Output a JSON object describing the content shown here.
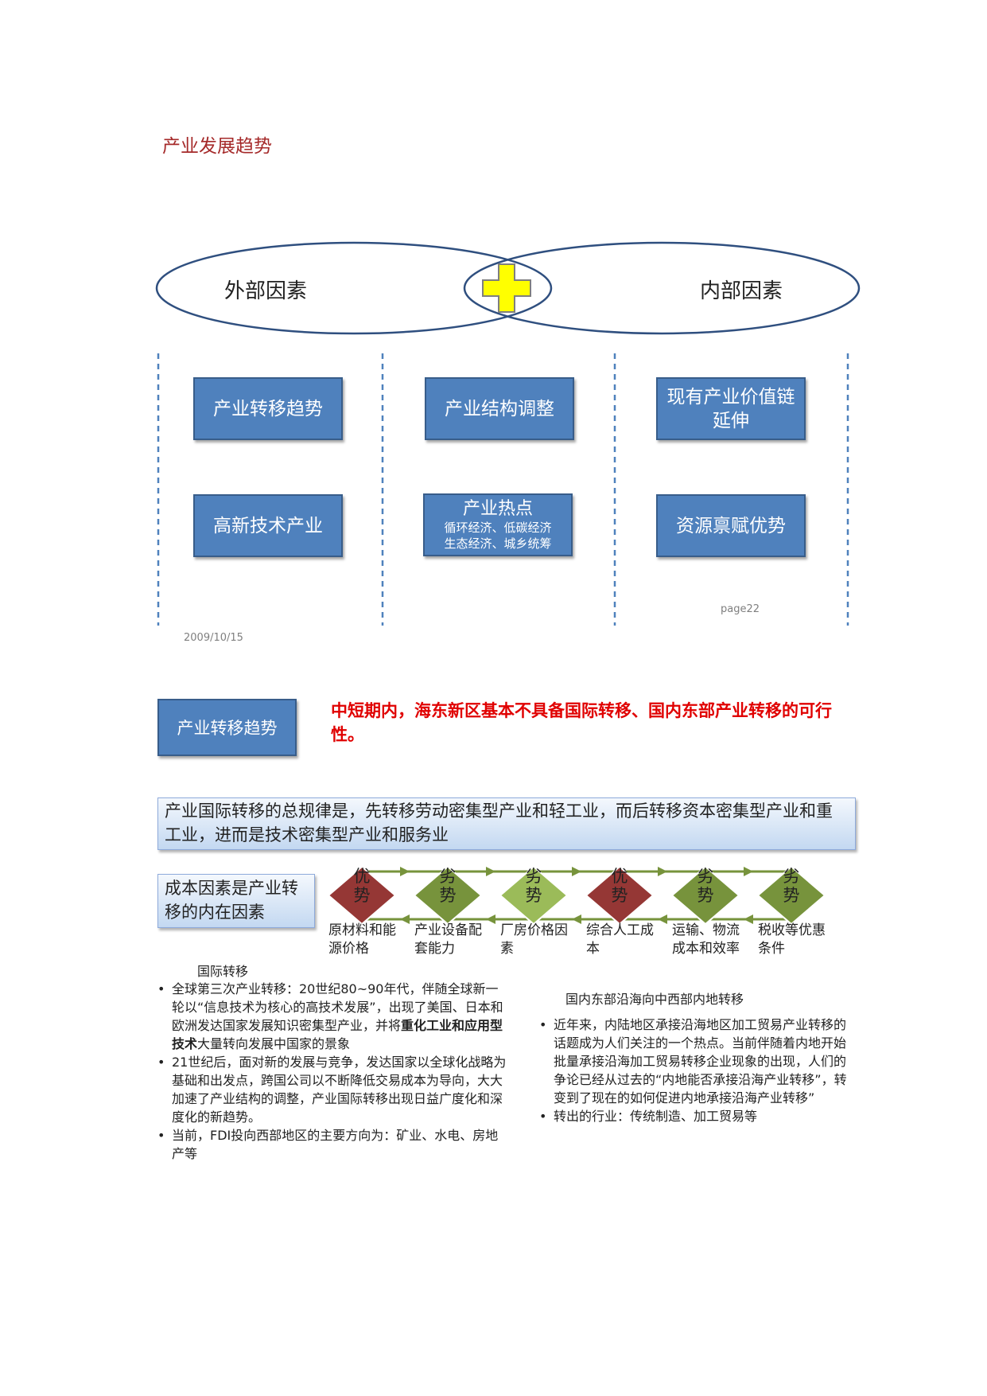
{
  "page_title": "产业发展趋势",
  "venn": {
    "left_label": "外部因素",
    "right_label": "内部因素",
    "center_symbol": "plus",
    "colors": {
      "ellipse_stroke": "#2f4f7f",
      "plus_fill": "#ffff00",
      "plus_stroke": "#7f7f7f"
    }
  },
  "factor_boxes": [
    {
      "text": "产业转移趋势"
    },
    {
      "text": "产业结构调整"
    },
    {
      "text": "现有产业价值链延伸"
    },
    {
      "text": "高新技术产业"
    },
    {
      "title": "产业热点",
      "line1": "循环经济、低碳经济",
      "line2": "生态经济、城乡统筹"
    },
    {
      "text": "资源禀赋优势"
    }
  ],
  "slide_footer": {
    "date": "2009/10/15",
    "page": "page22"
  },
  "section": {
    "label": "产业转移趋势",
    "conclusion": "中短期内，海东新区基本不具备国际转移、国内东部产业转移的可行性。"
  },
  "law_text": "产业国际转移的总规律是，先转移劳动密集型产业和轻工业，而后转移资本密集型产业和重工业，进而是技术密集型产业和服务业",
  "cost_box": "成本因素是产业转移的内在因素",
  "chain": [
    {
      "label": "优势",
      "factor": "原材料和能源价格",
      "kind": "adv"
    },
    {
      "label": "劣势",
      "factor": "产业设备配套能力",
      "kind": "dis"
    },
    {
      "label": "劣势",
      "factor": "厂房价格因素",
      "kind": "dis-light"
    },
    {
      "label": "优势",
      "factor": "综合人工成本",
      "kind": "adv"
    },
    {
      "label": "劣势",
      "factor": "运输、物流成本和效率",
      "kind": "dis"
    },
    {
      "label": "劣势",
      "factor": "税收等优惠条件",
      "kind": "dis"
    }
  ],
  "chain_colors": {
    "adv": "#953735",
    "dis": "#77933c",
    "dis-light": "#9bbb59",
    "arrow": "#77933c"
  },
  "international": {
    "title": "国际转移",
    "b1": "全球第三次产业转移：20世纪80~90年代，伴随全球新一轮以“信息技术为核心的高技术发展”，出现了美国、日本和欧洲发达国家发展知识密集型产业，并将",
    "b1_bold": "重化工业和应用型技术",
    "b1_tail": "大量转向发展中国家的景象",
    "b2": "21世纪后，面对新的发展与竞争，发达国家以全球化战略为基础和出发点，跨国公司以不断降低交易成本为导向，大大加速了产业结构的调整，产业国际转移出现日益广度化和深度化的新趋势。",
    "b3": "当前，FDI投向西部地区的主要方向为：矿业、水电、房地产等"
  },
  "domestic": {
    "title": "国内东部沿海向中西部内地转移",
    "b1": "近年来，内陆地区承接沿海地区加工贸易产业转移的话题成为人们关注的一个热点。当前伴随着内地开始批量承接沿海加工贸易转移企业现象的出现，人们的争论已经从过去的“内地能否承接沿海产业转移”，转变到了现在的如何促进内地承接沿海产业转移”",
    "b2": "转出的行业：传统制造、加工贸易等"
  }
}
